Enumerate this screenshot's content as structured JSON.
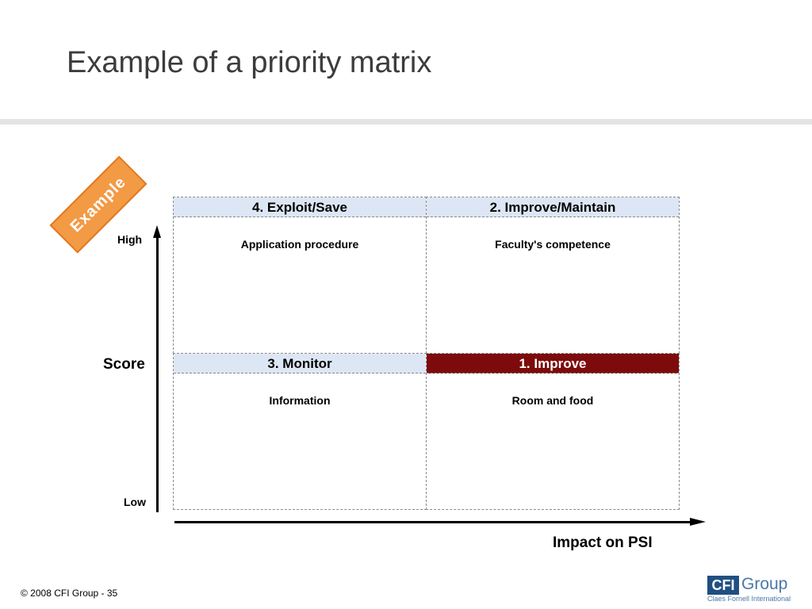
{
  "slide": {
    "title": "Example of a priority matrix",
    "stamp_text": "Example",
    "footer_text": "© 2008 CFI Group - 35"
  },
  "axes": {
    "y_title": "Score",
    "y_high": "High",
    "y_low": "Low",
    "x_title": "Impact on PSI"
  },
  "quadrants": {
    "top_left": {
      "header": "4. Exploit/Save",
      "item": "Application procedure"
    },
    "top_right": {
      "header": "2. Improve/Maintain",
      "item": "Faculty's competence"
    },
    "bottom_left": {
      "header": "3. Monitor",
      "item": "Information"
    },
    "bottom_right": {
      "header": "1. Improve",
      "item": "Room and food"
    }
  },
  "logo": {
    "box_text": "CFI",
    "word_text": "Group",
    "sub_text": "Claes Fornell International"
  },
  "colors": {
    "header_fill": "#dde6f4",
    "accent_header_fill": "#7d0b0b",
    "stamp_fill": "#f39a45",
    "logo_blue": "#1f4f82"
  }
}
